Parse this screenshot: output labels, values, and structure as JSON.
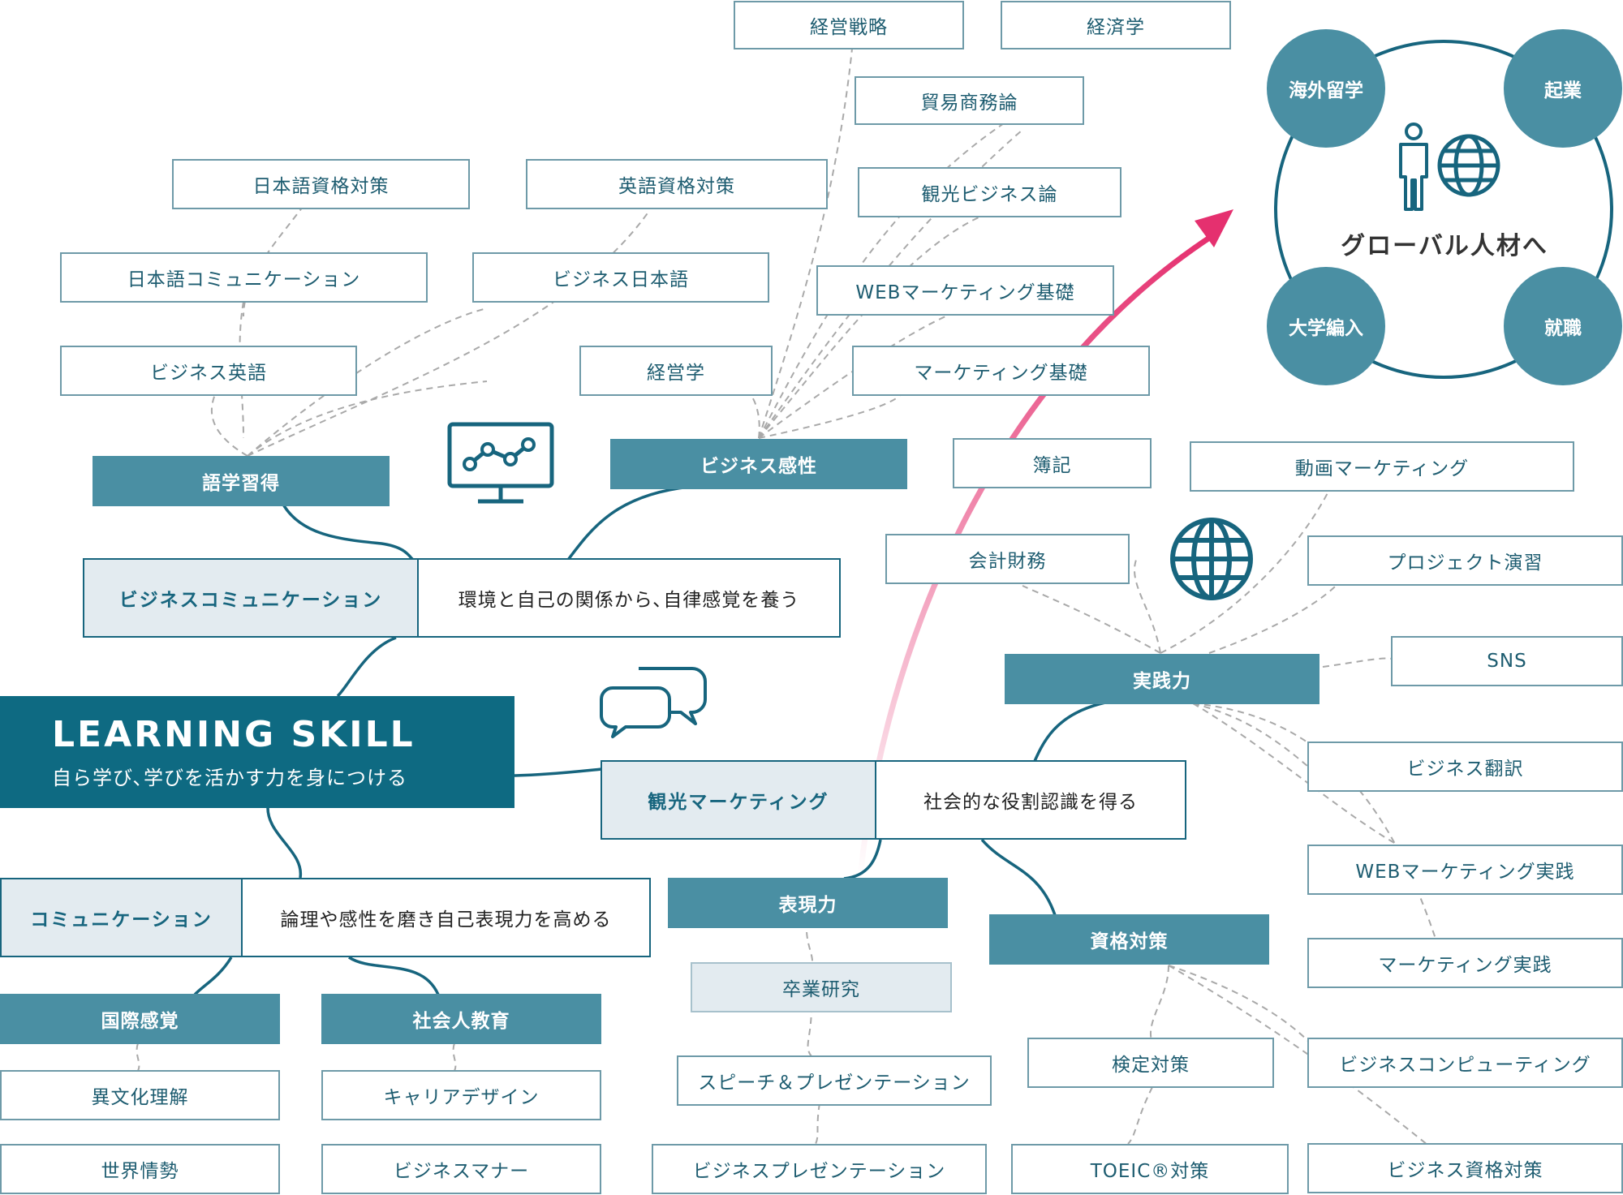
{
  "central": {
    "title": "LEARNING SKILL",
    "subtitle": "自ら学び､学びを活かす力を身につける"
  },
  "goal": {
    "title": "グローバル人材へ",
    "paths": [
      "海外留学",
      "起業",
      "大学編入",
      "就職"
    ]
  },
  "themes": [
    {
      "name": "ビジネスコミュニケーション",
      "description": "環境と自己の関係から､自律感覚を養う"
    },
    {
      "name": "観光マーケティング",
      "description": "社会的な役割認識を得る"
    },
    {
      "name": "コミュニケーション",
      "description": "論理や感性を磨き自己表現力を高める"
    }
  ],
  "categories": {
    "language": "語学習得",
    "business_sense": "ビジネス感性",
    "practical": "実践力",
    "expression": "表現力",
    "qualification": "資格対策",
    "international": "国際感覚",
    "social_education": "社会人教育"
  },
  "subjects": {
    "keiei_senryaku": "経営戦略",
    "keizaigaku": "経済学",
    "boueki": "貿易商務論",
    "kanko_business": "観光ビジネス論",
    "web_kiso": "WEBマーケティング基礎",
    "marketing_kiso": "マーケティング基礎",
    "keieigaku": "経営学",
    "eigo_shikaku": "英語資格対策",
    "business_nihongo": "ビジネス日本語",
    "nihongo_shikaku": "日本語資格対策",
    "nihongo_comm": "日本語コミュニケーション",
    "business_eigo": "ビジネス英語",
    "boki": "簿記",
    "kaikei": "会計財務",
    "douga": "動画マーケティング",
    "project": "プロジェクト演習",
    "sns": "SNS",
    "honyaku": "ビジネス翻訳",
    "web_jissen": "WEBマーケティング実践",
    "marketing_jissen": "マーケティング実践",
    "computing": "ビジネスコンピューティング",
    "business_shikaku": "ビジネス資格対策",
    "sotsugyo": "卒業研究",
    "speech": "スピーチ＆プレゼンテーション",
    "business_presen": "ビジネスプレゼンテーション",
    "kentei": "検定対策",
    "toeic": "TOEIC®対策",
    "ibunka": "異文化理解",
    "sekai": "世界情勢",
    "career": "キャリアデザイン",
    "manner": "ビジネスマナー"
  },
  "icons": [
    "chart-monitor-icon",
    "globe-icon",
    "speech-bubbles-icon",
    "person-globe-icon"
  ],
  "colors": {
    "primary": "#0e6a82",
    "category": "#4a8fa3",
    "accent_arrow": "#e5306f"
  }
}
